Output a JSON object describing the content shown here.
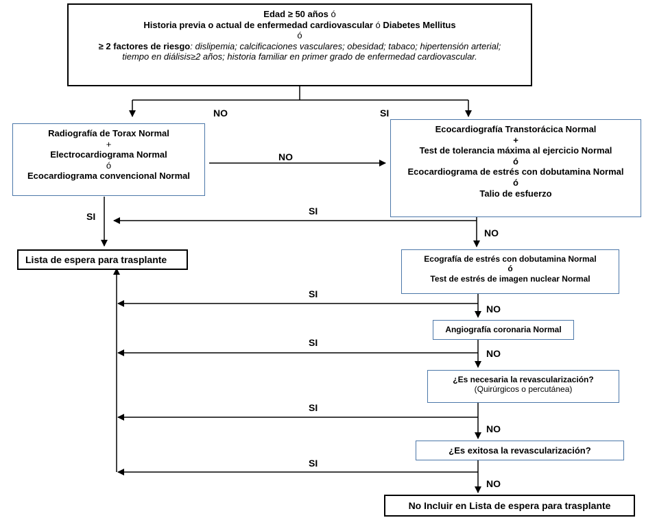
{
  "top_box": {
    "l1_bold": "Edad ≥ 50 años",
    "l1_rest": " ó",
    "l2_bold": "Historia previa o actual de enfermedad cardiovascular",
    "l2_mid": " ó ",
    "l2_bold2": "Diabetes Mellitus",
    "l3": "ó",
    "l4_bold": "≥ 2 factores de riesgo",
    "l4_rest": ": dislipemia; calcificaciones vasculares; obesidad; tabaco; hipertensión arterial;",
    "l5": "tiempo en diálisis≥2 años; historia familiar en primer grado de enfermedad cardiovascular."
  },
  "left_box": {
    "l1": "Radiografía de Torax Normal",
    "l2": "+",
    "l3": "Electrocardiograma Normal",
    "l4": "ó",
    "l5": "Ecocardiograma convencional Normal"
  },
  "right_box": {
    "l1": "Ecocardiografía Transtorácica Normal",
    "l2": "+",
    "l3": "Test de tolerancia máxima al ejercicio Normal",
    "l4": "ó",
    "l5": "Ecocardiograma de estrés con dobutamina Normal",
    "l6": "ó",
    "l7": "Talio de esfuerzo"
  },
  "waitlist_box": "Lista de espera para trasplante",
  "stress_box": {
    "l1": "Ecografía de estrés con dobutamina Normal",
    "l2": "ó",
    "l3": "Test de estrés de imagen nuclear Normal"
  },
  "angio_box": "Angiografía coronaria Normal",
  "revasc_box": {
    "l1": "¿Es necesaria la revascularización?",
    "l2": "(Quirúrgicos o percutánea)"
  },
  "success_box": "¿Es exitosa  la revascularización?",
  "exclude_box": "No Incluir en Lista de espera para trasplante",
  "labels": {
    "no": "NO",
    "si": "SI"
  }
}
